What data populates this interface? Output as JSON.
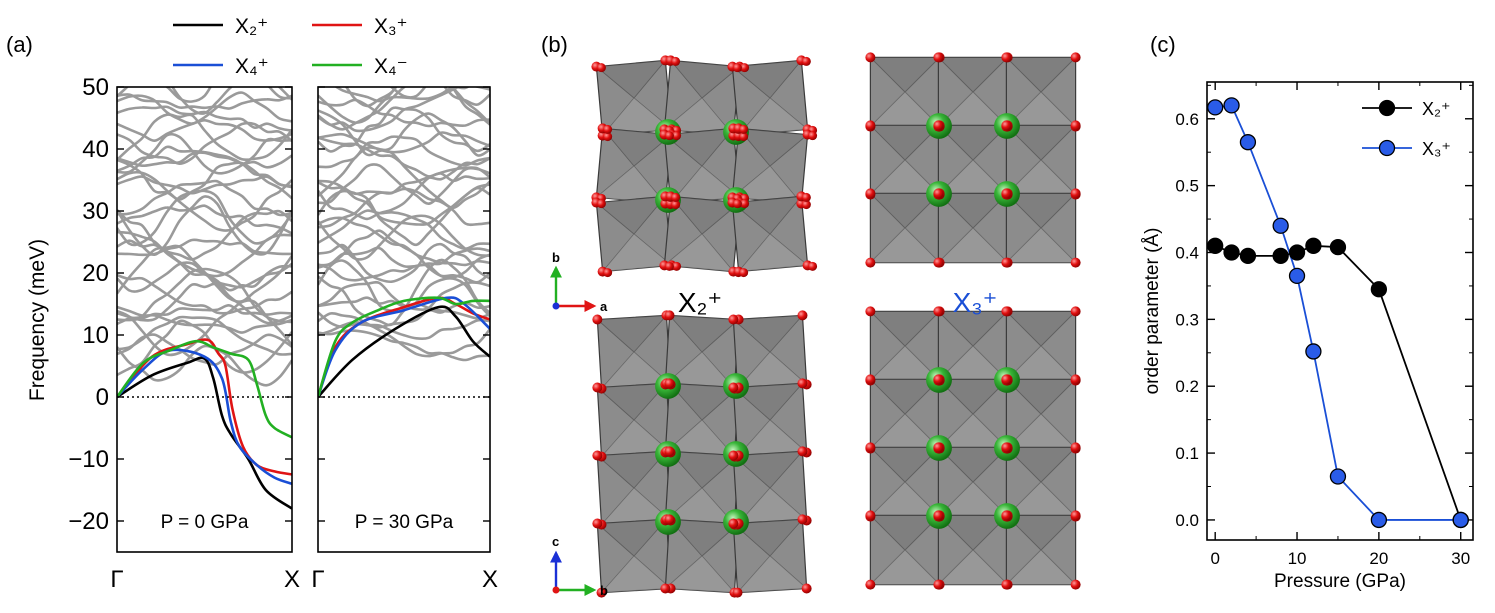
{
  "panel_labels": [
    "(a)",
    "(b)",
    "(c)"
  ],
  "colors": {
    "X2p": "#000000",
    "X3p": "#e01414",
    "X4p": "#1a4fd6",
    "X4m": "#22b022",
    "bulk": "#9a9a9a",
    "blue_marker": "#2a5ce8"
  },
  "chart_data": [
    {
      "type": "line",
      "panel": "(a)",
      "ylabel": "Frequency (meV)",
      "ylim": [
        -25,
        50
      ],
      "yticks": [
        -20,
        -10,
        0,
        10,
        20,
        30,
        40,
        50
      ],
      "xtick_labels": [
        "Γ",
        "X",
        "Γ",
        "X"
      ],
      "legend": [
        "X₂⁺",
        "X₃⁺",
        "X₄⁺",
        "X₄⁻"
      ],
      "subpanels": [
        {
          "annotation": "P = 0 GPa",
          "series": [
            {
              "name": "X₂⁺",
              "color_key": "X2p",
              "x": [
                0,
                0.2,
                0.4,
                0.5,
                0.55,
                0.6,
                0.65,
                0.75,
                0.85,
                1.0
              ],
              "y": [
                0,
                3.5,
                5.5,
                6.2,
                3,
                -3,
                -6,
                -10,
                -15,
                -18
              ]
            },
            {
              "name": "X₃⁺",
              "color_key": "X3p",
              "x": [
                0,
                0.2,
                0.4,
                0.52,
                0.58,
                0.62,
                0.66,
                0.72,
                0.8,
                0.9,
                1.0
              ],
              "y": [
                0,
                6.5,
                8.5,
                9.2,
                7,
                5,
                -2,
                -8,
                -11,
                -12,
                -12.5
              ]
            },
            {
              "name": "X₄⁺",
              "color_key": "X4p",
              "x": [
                0,
                0.15,
                0.3,
                0.5,
                0.6,
                0.65,
                0.7,
                0.8,
                0.9,
                1.0
              ],
              "y": [
                0,
                4.5,
                7.5,
                6.5,
                3,
                -4,
                -8,
                -11,
                -13,
                -14
              ]
            },
            {
              "name": "X₄⁻",
              "color_key": "X4m",
              "x": [
                0,
                0.15,
                0.3,
                0.45,
                0.55,
                0.65,
                0.75,
                0.8,
                0.85,
                0.9,
                1.0
              ],
              "y": [
                0,
                5.5,
                7.5,
                9,
                8,
                7,
                6,
                2,
                -3,
                -5,
                -6.5
              ]
            }
          ]
        },
        {
          "annotation": "P = 30 GPa",
          "series": [
            {
              "name": "X₂⁺",
              "color_key": "X2p",
              "x": [
                0,
                0.2,
                0.45,
                0.7,
                0.8,
                0.9,
                1.0
              ],
              "y": [
                0,
                6,
                11,
                14.5,
                13,
                9,
                6.5
              ]
            },
            {
              "name": "X₃⁺",
              "color_key": "X3p",
              "x": [
                0,
                0.1,
                0.25,
                0.5,
                0.7,
                0.8,
                0.9,
                1.0
              ],
              "y": [
                0,
                8,
                12,
                14.5,
                16,
                15,
                13.5,
                12.5
              ]
            },
            {
              "name": "X₄⁺",
              "color_key": "X4p",
              "x": [
                0,
                0.1,
                0.25,
                0.5,
                0.75,
                0.85,
                1.0
              ],
              "y": [
                0,
                7.5,
                12,
                14,
                16,
                15,
                11
              ]
            },
            {
              "name": "X₄⁻",
              "color_key": "X4m",
              "x": [
                0,
                0.1,
                0.2,
                0.35,
                0.5,
                0.7,
                0.8,
                0.9,
                1.0
              ],
              "y": [
                0,
                9,
                12,
                14,
                15.5,
                16,
                15,
                15.5,
                15.5
              ]
            }
          ]
        }
      ]
    },
    {
      "type": "line",
      "panel": "(c)",
      "xlabel": "Pressure (GPa)",
      "ylabel": "order parameter (Å)",
      "xlim": [
        -1,
        31.5
      ],
      "ylim": [
        -0.03,
        0.655
      ],
      "xticks": [
        0,
        10,
        20,
        30
      ],
      "yticks": [
        0.0,
        0.1,
        0.2,
        0.3,
        0.4,
        0.5,
        0.6
      ],
      "legend_loc": "upper right",
      "series": [
        {
          "name": "X₂⁺",
          "color_key": "X2p",
          "x": [
            0,
            2,
            4,
            8,
            10,
            12,
            15,
            20,
            30
          ],
          "y": [
            0.41,
            0.4,
            0.395,
            0.395,
            0.4,
            0.41,
            0.408,
            0.345,
            0.0
          ]
        },
        {
          "name": "X₃⁺",
          "color_key": "blue_marker",
          "x": [
            0,
            2,
            4,
            8,
            10,
            12,
            15,
            20,
            30
          ],
          "y": [
            0.617,
            0.62,
            0.565,
            0.44,
            0.365,
            0.252,
            0.065,
            0.0,
            0.0
          ]
        }
      ]
    }
  ],
  "structure_panel": {
    "axis_a": "a",
    "axis_b": "b",
    "axis_c": "c",
    "label_X2": "X₂⁺",
    "label_X3": "X₃⁺",
    "label_X3_color": "#1a4fd6"
  }
}
